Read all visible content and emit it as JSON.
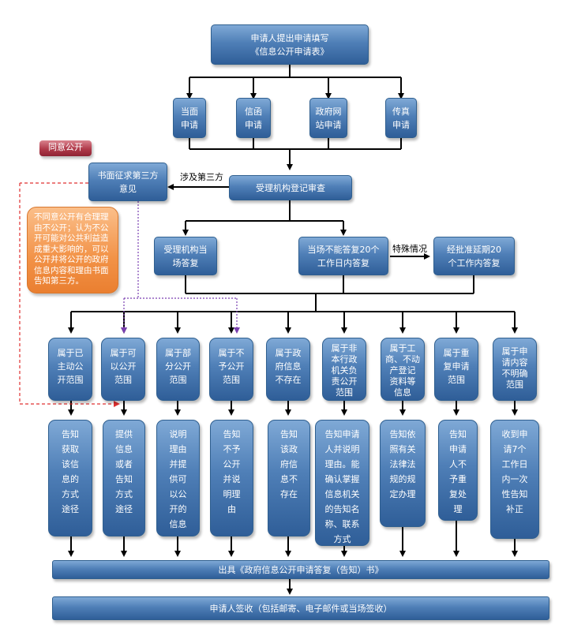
{
  "start": {
    "line1": "申请人提出申请填写",
    "line2": "《信息公开申请表》"
  },
  "channels": [
    "当面\n申请",
    "信函\n申请",
    "政府网\n站申请",
    "传真\n申请"
  ],
  "agree_tag": "同意公开",
  "consult_third_party": "书面征求第三方\n意见",
  "involves_third_party": "涉及第三方",
  "register_review": "受理机构登记审查",
  "disagree_note": "不同意公开有合理理由不公开；认为不公开可能对公共利益造成重大影响的，可以公开并将公开的政府信息内容和理由书面告知第三方。",
  "reply_on_spot": "受理机构当\n场答复",
  "reply_20_days": "当场不能答复20个\n工作日内答复",
  "special_case": "特殊情况",
  "extended_reply": "经批准延期20\n个工作内答复",
  "categories": [
    "属于已\n主动公\n开范围",
    "属于可\n以公开\n范围",
    "属于部\n分公开\n范围",
    "属于不\n予公开\n范围",
    "属于政\n府信息\n不存在",
    "属于非\n本行政\n机关负\n责公开\n范围",
    "属于工\n商、不动\n产登记\n资料等\n信息",
    "属于重\n复申请\n范围",
    "属于申\n请内容\n不明确\n范围"
  ],
  "actions": [
    "告知\n获取\n该信\n息的\n方式\n途径",
    "提供\n信息\n或者\n告知\n方式\n途径",
    "说明\n理由\n并提\n供可\n以公\n开的\n信息",
    "告知\n不予\n公开\n并说\n明理\n由",
    "告知\n该政\n府信\n息不\n存在",
    "告知申请\n人并说明\n理由。能\n确认掌握\n信息机关\n的告知名\n称、联系\n方式",
    "告知依\n照有关\n法律法\n规的规\n定办理",
    "告知\n申请\n人不\n予重\n复处\n理",
    "收到申\n请7个\n工作日\n内一次\n性告知\n补正"
  ],
  "issue_reply": "出具《政府信息公开申请答复（告知）书》",
  "final_sign": "申请人签收（包括邮寄、电子邮件或当场签收）",
  "colors": {
    "node_blue": "#4f7fb7",
    "note_orange": "#f29247",
    "tag_red": "#b03a4a",
    "dashed_red": "#e03030",
    "dotted_purple": "#7a3fb0"
  }
}
